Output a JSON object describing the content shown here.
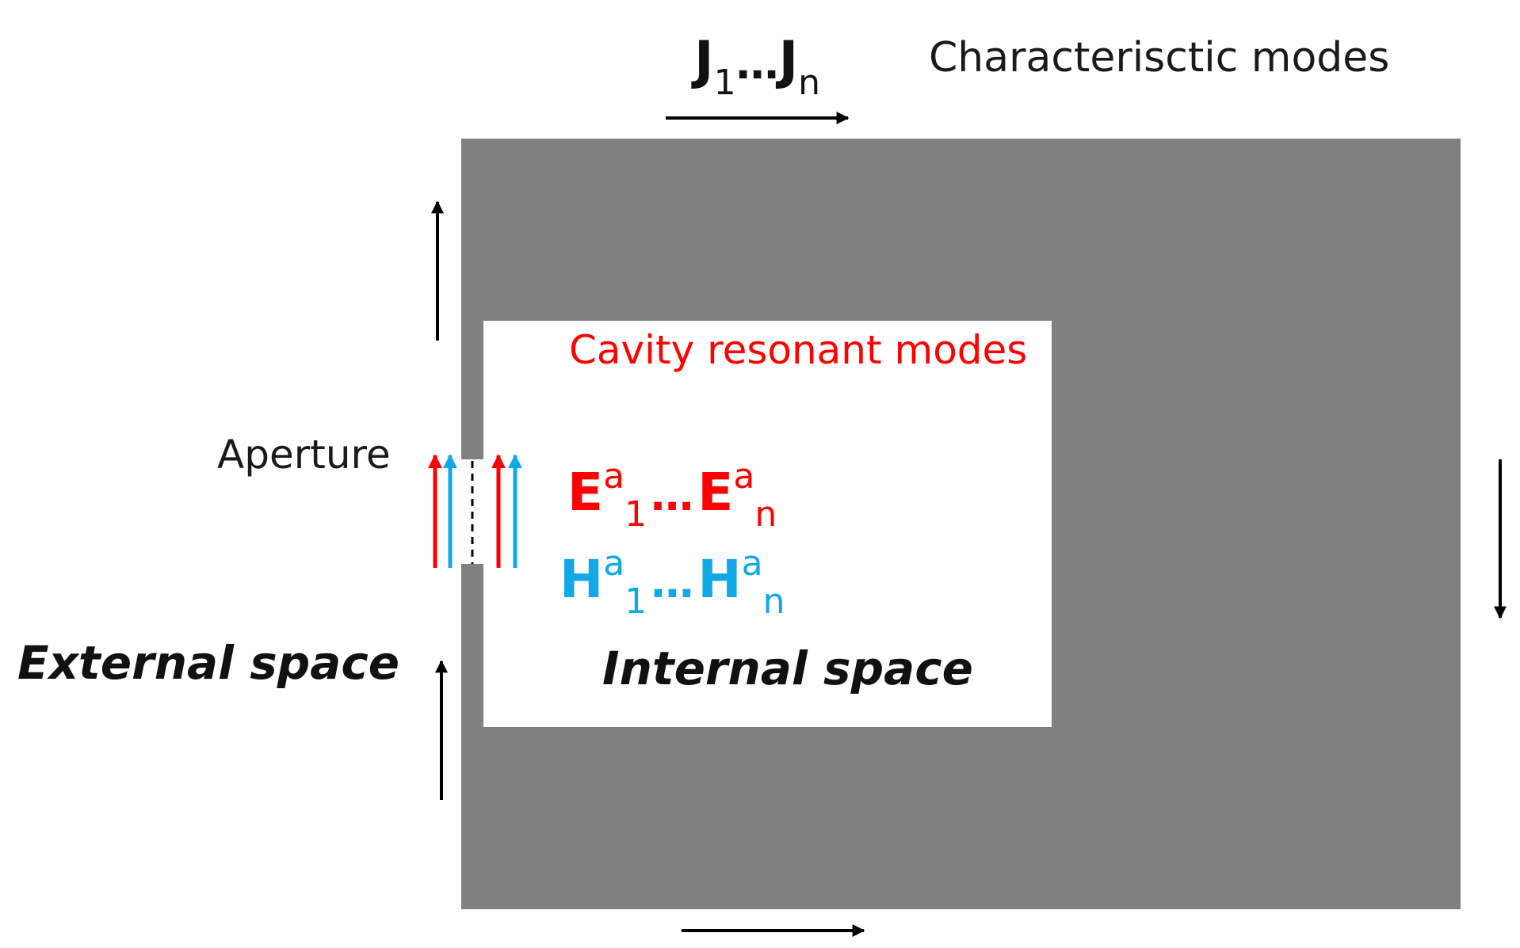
{
  "labels": {
    "characteristic_modes": "Characterisctic modes",
    "cavity_modes": "Cavity resonant modes",
    "aperture": "Aperture",
    "external_space": "External space",
    "internal_space": "Internal space"
  },
  "current_modes": {
    "symbol": "J",
    "first_index": "1",
    "ellipsis": "…",
    "last_index": "n"
  },
  "electric_modes": {
    "symbol": "E",
    "superscript": "a",
    "first_index": "1",
    "ellipsis": "…",
    "last_index": "n"
  },
  "magnetic_modes": {
    "symbol": "H",
    "superscript": "a",
    "first_index": "1",
    "ellipsis": "…",
    "last_index": "n"
  },
  "colors": {
    "enclosure": "#808080",
    "cavity": "#ffffff",
    "current_arrows": "#000000",
    "electric": "#ff0000",
    "magnetic": "#11a8e8"
  }
}
